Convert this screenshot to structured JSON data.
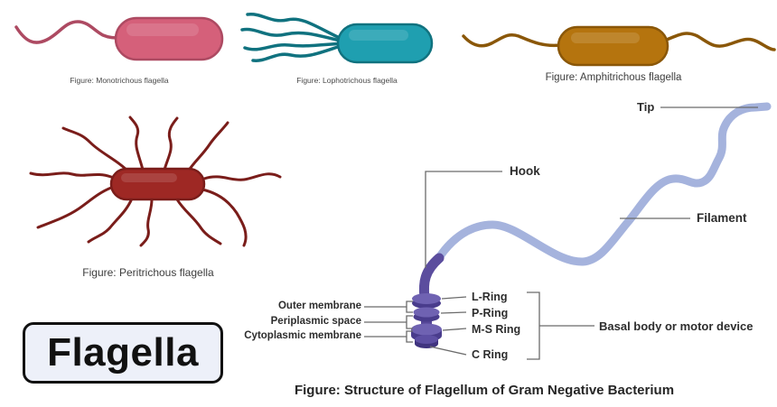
{
  "title": {
    "label": "Flagella"
  },
  "figures": [
    {
      "id": "monotrichous",
      "caption": "Figure: Monotrichous flagella"
    },
    {
      "id": "lophotrichous",
      "caption": "Figure: Lophotrichous flagella"
    },
    {
      "id": "amphitrichous",
      "caption": "Figure: Amphitrichous flagella"
    },
    {
      "id": "peritrichous",
      "caption": "Figure: Peritrichous flagella"
    }
  ],
  "structure": {
    "caption": "Figure: Structure of Flagellum of Gram Negative Bacterium",
    "labels": {
      "tip": "Tip",
      "hook": "Hook",
      "filament": "Filament",
      "l_ring": "L-Ring",
      "p_ring": "P-Ring",
      "ms_ring": "M-S Ring",
      "c_ring": "C Ring",
      "outer_membrane": "Outer membrane",
      "periplasmic_space": "Periplasmic space",
      "cytoplasmic_membrane": "Cytoplasmic membrane",
      "basal_body": "Basal body or motor device"
    }
  },
  "colors": {
    "monotrichous_body": "#d5607a",
    "monotrichous_outline": "#ad4a62",
    "lophotrichous_body": "#1f9fb0",
    "lophotrichous_outline": "#10727f",
    "amphitrichous_body": "#b5740e",
    "amphitrichous_outline": "#8a5708",
    "peritrichous_body": "#9e2824",
    "peritrichous_outline": "#7a1d1a",
    "filament": "#a5b3dd",
    "hook": "#5b4d9e",
    "ring": "#6f62b2",
    "ring_dark": "#493c8c",
    "label_line": "#6b6b6b",
    "text": "#2d2d2d"
  }
}
